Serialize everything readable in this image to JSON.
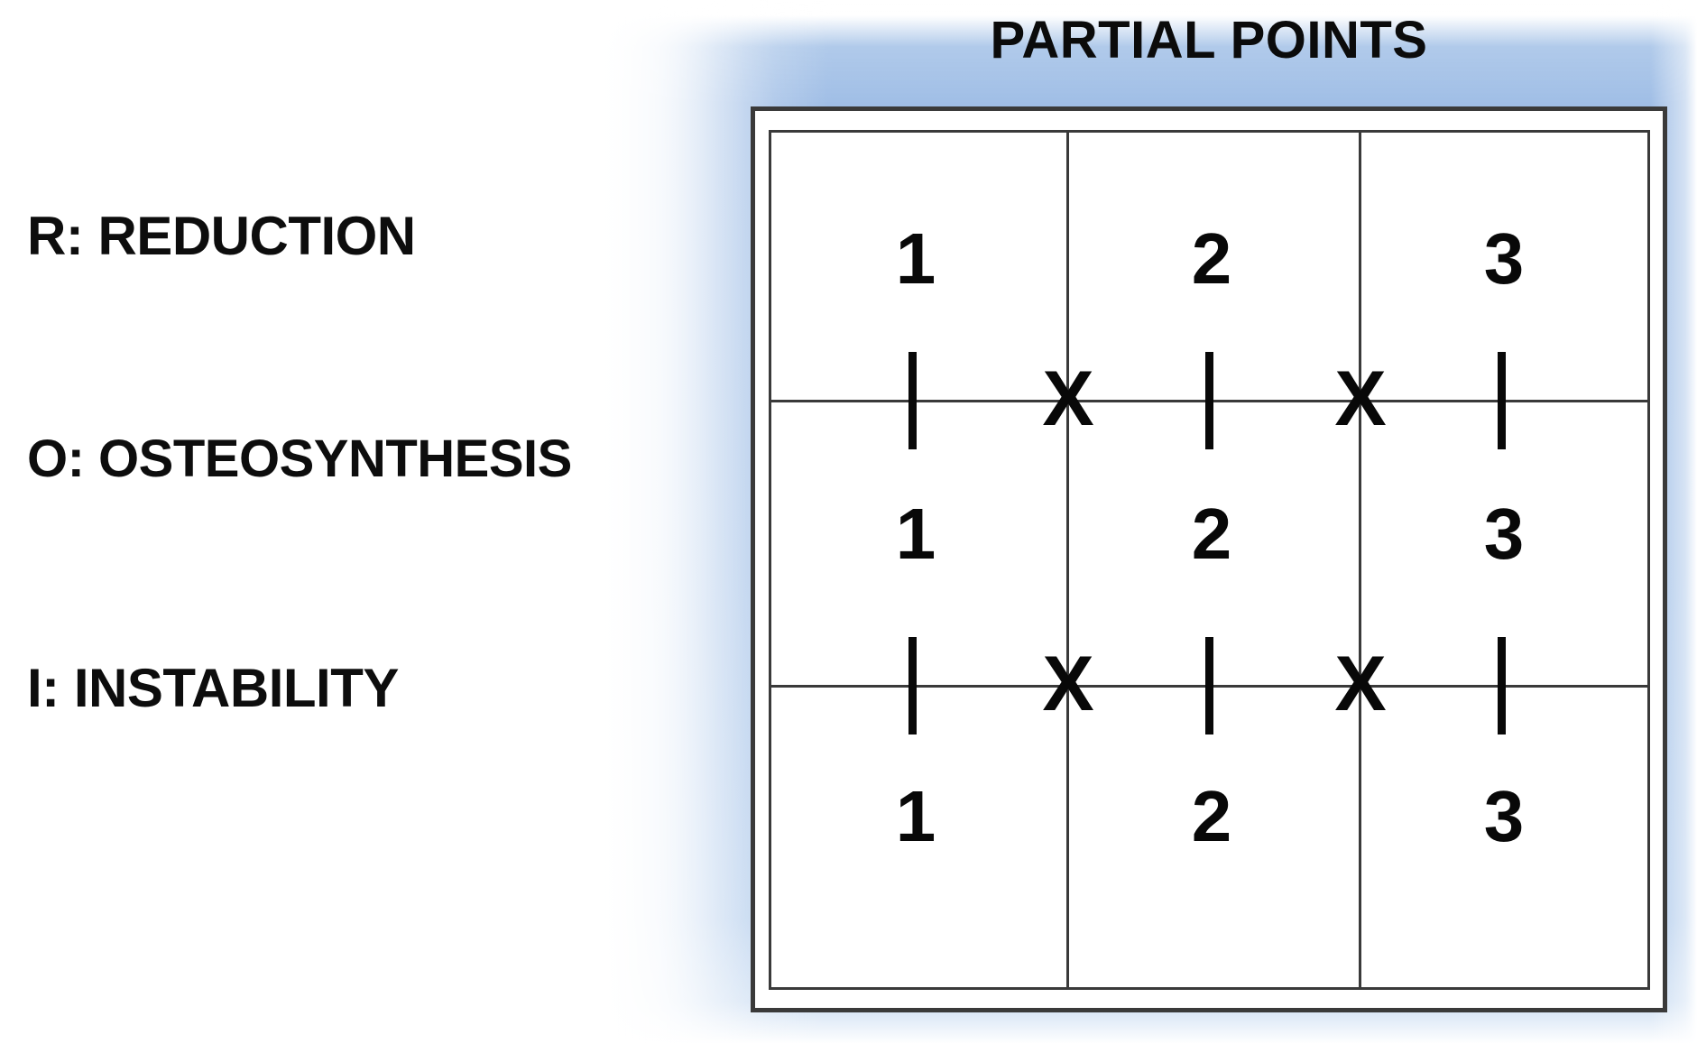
{
  "criteria": {
    "items": [
      {
        "id": "reduction",
        "label": "R: REDUCTION"
      },
      {
        "id": "osteosynthesis",
        "label": "O: OSTEOSYNTHESIS"
      },
      {
        "id": "instability",
        "label": "I: INSTABILITY"
      }
    ]
  },
  "panel": {
    "title": "PARTIAL POINTS",
    "background_color": "#a6c3e8",
    "border_color": "#3a3a3a",
    "text_color": "#0d0d0d"
  },
  "chart_data": {
    "type": "table",
    "title": "PARTIAL POINTS",
    "row_labels": [
      "R: REDUCTION",
      "O: OSTEOSYNTHESIS",
      "I: INSTABILITY"
    ],
    "columns": [
      "1",
      "2",
      "3"
    ],
    "rows": [
      {
        "label": "R: REDUCTION",
        "values": [
          "1",
          "2",
          "3"
        ]
      },
      {
        "label": "O: OSTEOSYNTHESIS",
        "values": [
          "1",
          "2",
          "3"
        ]
      },
      {
        "label": "I: INSTABILITY",
        "values": [
          "1",
          "2",
          "3"
        ]
      }
    ],
    "separator_markers": {
      "tick": "|",
      "cross": "X",
      "tick_count_per_divider": 3,
      "cross_count_per_divider": 2,
      "divider_rows": 2
    },
    "grid": true,
    "legend": "none"
  },
  "markers": {
    "tick": "|",
    "cross": "X"
  }
}
